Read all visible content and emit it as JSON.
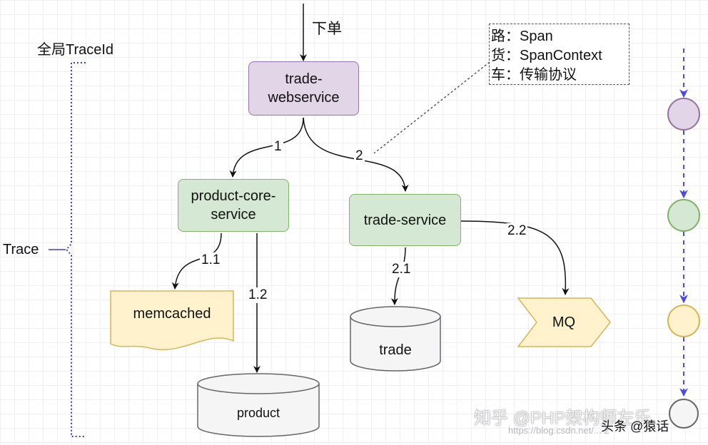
{
  "labels": {
    "order": "下单",
    "global_trace_id": "全局TraceId",
    "trace": "Trace"
  },
  "nodes": {
    "trade_webservice": "trade-\nwebservice",
    "product_core_service": "product-core-\nservice",
    "trade_service": "trade-service",
    "memcached": "memcached",
    "product": "product",
    "trade": "trade",
    "mq": "MQ"
  },
  "edges": {
    "e1": "1",
    "e2": "2",
    "e11": "1.1",
    "e12": "1.2",
    "e21": "2.1",
    "e22": "2.2"
  },
  "legend": {
    "line1": "路：Span",
    "line2": "货：SpanContext",
    "line3": "车：传输协议"
  },
  "watermark": {
    "zhihu": "知乎 @PHP架构师左乐",
    "toutiao": "头条 @猿话",
    "csdn": "https://blog.csdn.net/... 2"
  },
  "colors": {
    "purple_fill": "#e1d5e7",
    "purple_stroke": "#9673a6",
    "green_fill": "#d5e8d4",
    "green_stroke": "#82b366",
    "yellow_fill": "#fff2cc",
    "yellow_stroke": "#d6b656",
    "grey_fill": "#f5f5f5",
    "grey_stroke": "#666666",
    "brace": "#3b3bdc",
    "timeline_arrow": "#4a4ae6"
  }
}
